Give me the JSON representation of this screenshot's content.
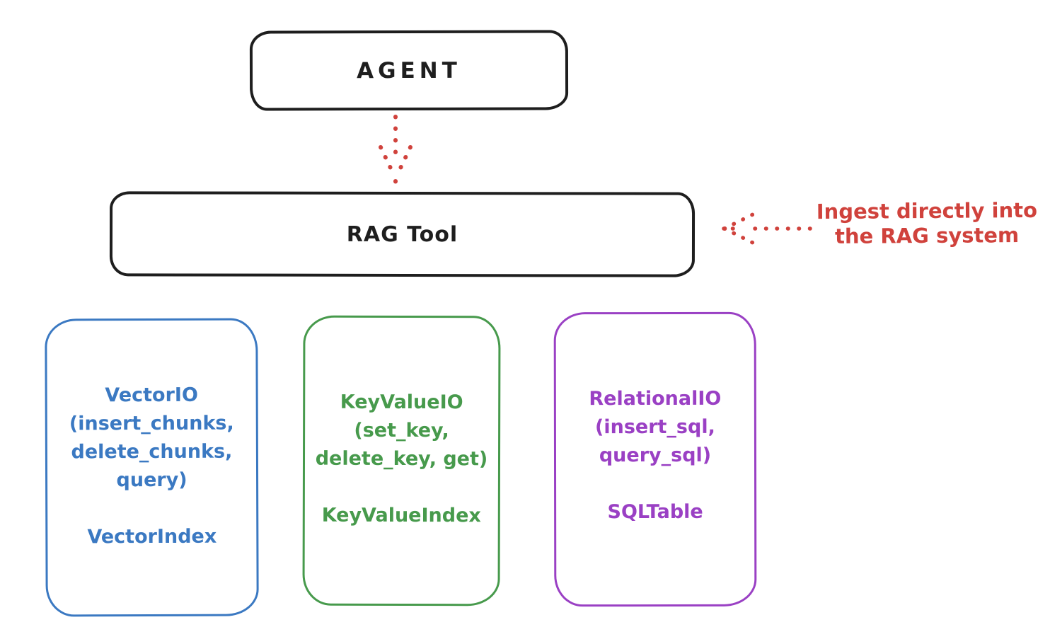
{
  "colors": {
    "ink": "#1e1e1e",
    "red": "#d0423c",
    "background": "#ffffff"
  },
  "agent": {
    "label": "AGENT"
  },
  "rag_tool": {
    "label": "RAG Tool"
  },
  "annotation": {
    "lines": [
      "Ingest directly into",
      "the RAG system"
    ]
  },
  "arrows": [
    {
      "name": "agent-to-rag-arrow",
      "style": "dotted",
      "direction": "down",
      "color": "#d0423c"
    },
    {
      "name": "ingest-annotation-arrow",
      "style": "dotted",
      "direction": "left",
      "color": "#d0423c"
    }
  ],
  "backends": [
    {
      "name": "vector-io",
      "color": "#3b79c2",
      "lines": [
        "VectorIO",
        "(insert_chunks,",
        "delete_chunks,",
        "query)"
      ],
      "index_label": "VectorIndex"
    },
    {
      "name": "key-value-io",
      "color": "#479a4c",
      "lines": [
        "KeyValueIO",
        "(set_key,",
        "delete_key, get)"
      ],
      "index_label": "KeyValueIndex"
    },
    {
      "name": "relational-io",
      "color": "#9a40c4",
      "lines": [
        "RelationalIO",
        "(insert_sql,",
        "query_sql)"
      ],
      "index_label": "SQLTable"
    }
  ]
}
